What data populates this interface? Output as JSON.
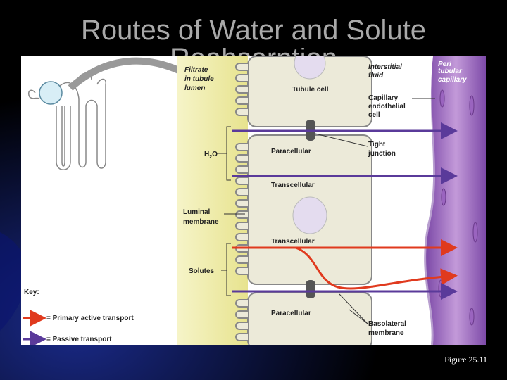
{
  "slide": {
    "title": "Routes of Water and Solute",
    "title_line2": "Reabsorption",
    "caption": "Figure 25.11"
  },
  "diagram": {
    "filtrate_label": [
      "Filtrate",
      "in tubule",
      "lumen"
    ],
    "interstitial_label": [
      "Interstitial",
      "fluid"
    ],
    "capillary_label": [
      "Peri",
      "tubular",
      "capillary"
    ],
    "tubule_cell_label": "Tubule cell",
    "endothelial_label": [
      "Capillary",
      "endothelial",
      "cell"
    ],
    "paracellular_label": "Paracellular",
    "transcellular_label": "Transcellular",
    "tight_junction_label": [
      "Tight",
      "junction"
    ],
    "h2o_label": "H",
    "h2o_sub": "2",
    "h2o_o": "O",
    "luminal_label": [
      "Luminal",
      "membrane"
    ],
    "solutes_label": "Solutes",
    "basolateral_label": [
      "Basolateral",
      "membrane"
    ]
  },
  "key": {
    "title": "Key:",
    "items": [
      {
        "label": "= Primary active transport",
        "color": "#e03a1e"
      },
      {
        "label": "= Passive transport",
        "color": "#5a3a9a"
      }
    ]
  },
  "colors": {
    "lumen": "#f2efb0",
    "cell": "#e8e8d8",
    "capillary": "#a77cc4",
    "passive_arrow": "#5a3a9a",
    "active_arrow": "#e03a1e"
  }
}
